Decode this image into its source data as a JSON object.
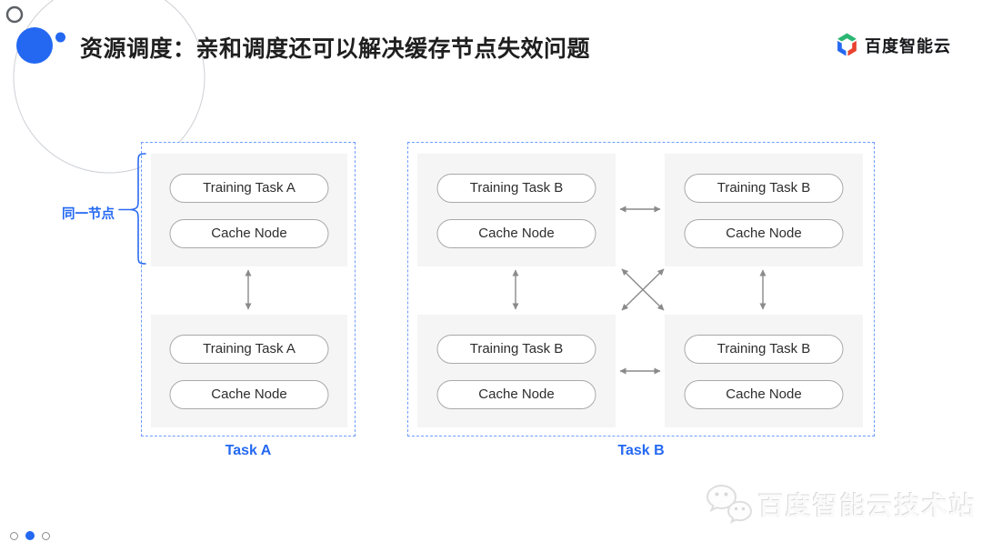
{
  "slide": {
    "title": "资源调度：亲和调度还可以解决缓存节点失效问题",
    "brand": {
      "name": "百度智能云"
    },
    "watermark": {
      "text": "百度智能云技术站"
    },
    "pagination": {
      "dots": [
        "inactive",
        "active",
        "inactive"
      ]
    }
  },
  "diagram": {
    "group_a": {
      "caption": "Task A",
      "annotation": "同一节点",
      "nodes": [
        {
          "task": "Training Task A",
          "cache": "Cache Node"
        },
        {
          "task": "Training Task A",
          "cache": "Cache Node"
        }
      ]
    },
    "group_b": {
      "caption": "Task B",
      "nodes": [
        {
          "task": "Training Task B",
          "cache": "Cache Node"
        },
        {
          "task": "Training Task B",
          "cache": "Cache Node"
        },
        {
          "task": "Training Task B",
          "cache": "Cache Node"
        },
        {
          "task": "Training Task B",
          "cache": "Cache Node"
        }
      ]
    }
  },
  "colors": {
    "accent_blue": "#2468F2",
    "dashed_border": "#6F9CFF",
    "panel_bg": "#F5F5F6",
    "arrow_gray": "#8A8A8A",
    "logo_green": "#2BB673",
    "logo_blue": "#2468F2",
    "logo_red": "#E8422F"
  }
}
